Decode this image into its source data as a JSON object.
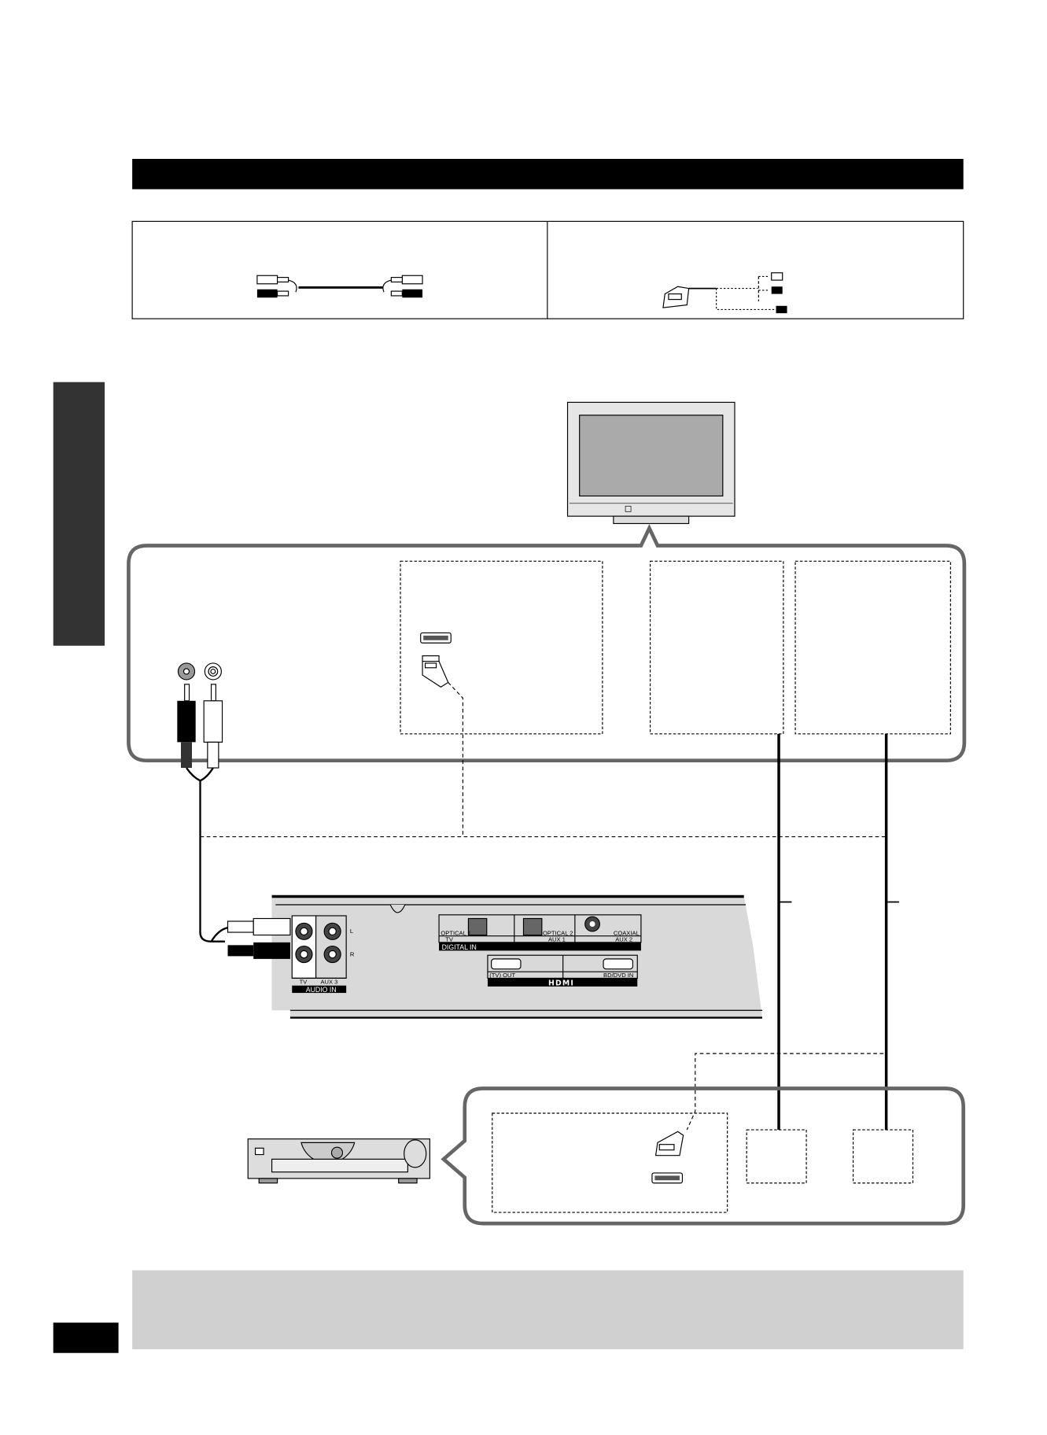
{
  "colors": {
    "bubble_stroke": "#666666",
    "panel_fill": "#d9d9d9",
    "note_box": "#d0d0d0",
    "side_tab": "#333333",
    "tv_screen": "#aaaaaa"
  },
  "icons": [
    "rca-cable-icon",
    "scart-cable-icon",
    "tv-icon",
    "scart-terminal-icon",
    "scart-plug-icon",
    "rca-jack-icon",
    "rca-plug-icon",
    "dvd-recorder-icon",
    "optical-port-icon",
    "coaxial-port-icon",
    "hdmi-port-icon"
  ],
  "panel": {
    "audio_in": {
      "title": "AUDIO IN",
      "tv": "TV",
      "aux3": "AUX 3",
      "l": "L",
      "r": "R"
    },
    "digital_in": {
      "title": "DIGITAL IN",
      "optical1": "OPTICAL 1",
      "tv": "TV",
      "optical2": "OPTICAL 2",
      "aux1": "AUX 1",
      "coaxial": "COAXIAL",
      "aux2": "AUX 2"
    },
    "hdmi": {
      "title": "HDMI",
      "tv_out": "(TV) OUT",
      "bd_dvd_in": "BD/DVD IN"
    }
  }
}
